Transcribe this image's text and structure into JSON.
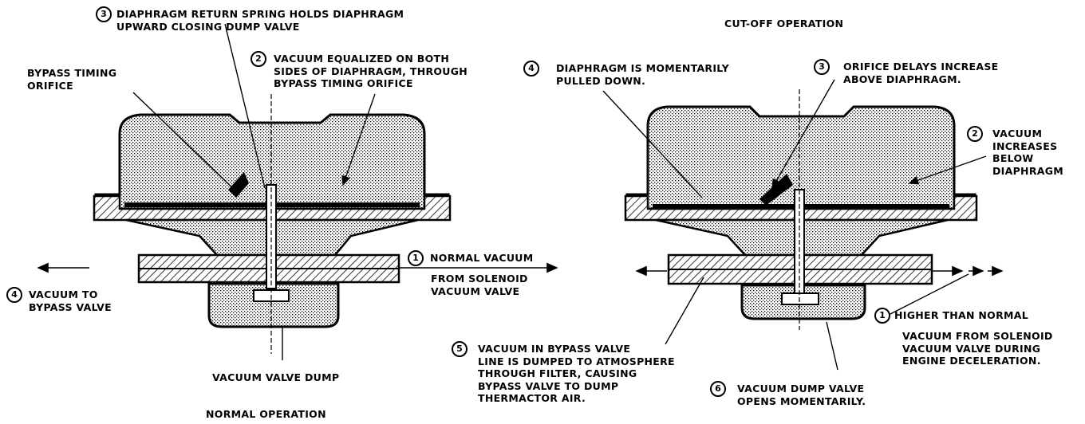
{
  "normal": {
    "caption": "NORMAL OPERATION",
    "callouts": [
      {
        "number": "3",
        "line1": "DIAPHRAGM RETURN SPRING HOLDS DIAPHRAGM",
        "line2": "UPWARD  CLOSING DUMP VALVE"
      },
      {
        "number": "2",
        "line1": "VACUUM EQUALIZED ON BOTH",
        "line2": "SIDES OF DIAPHRAGM, THROUGH",
        "line3": "BYPASS TIMING ORIFICE"
      },
      {
        "number": "1",
        "line1": "NORMAL VACUUM",
        "line2": "FROM SOLENOID",
        "line3": "VACUUM VALVE"
      },
      {
        "number": "4",
        "line1": "VACUUM TO",
        "line2": "BYPASS VALVE"
      }
    ],
    "bypass_orifice": {
      "line1": "BYPASS TIMING",
      "line2": "ORIFICE"
    },
    "dump_label": "VACUUM VALVE DUMP"
  },
  "cutoff": {
    "caption": "CUT-OFF OPERATION",
    "callouts": [
      {
        "number": "4",
        "line1": "DIAPHRAGM IS MOMENTARILY",
        "line2": "PULLED DOWN."
      },
      {
        "number": "3",
        "line1": "ORIFICE DELAYS INCREASE",
        "line2": "ABOVE DIAPHRAGM."
      },
      {
        "number": "2",
        "line1": "VACUUM",
        "line2": "INCREASES",
        "line3": "BELOW",
        "line4": "DIAPHRAGM"
      },
      {
        "number": "1",
        "line1": "HIGHER THAN NORMAL",
        "line2": "VACUUM FROM SOLENOID",
        "line3": "VACUUM VALVE DURING",
        "line4": "ENGINE DECELERATION."
      },
      {
        "number": "5",
        "line1": "VACUUM IN BYPASS VALVE",
        "line2": "LINE IS DUMPED TO ATMOSPHERE",
        "line3": "THROUGH FILTER, CAUSING",
        "line4": "BYPASS VALVE TO DUMP",
        "line5": "THERMACTOR AIR."
      },
      {
        "number": "6",
        "line1": "VACUUM DUMP VALVE",
        "line2": "OPENS MOMENTARILY."
      }
    ]
  }
}
